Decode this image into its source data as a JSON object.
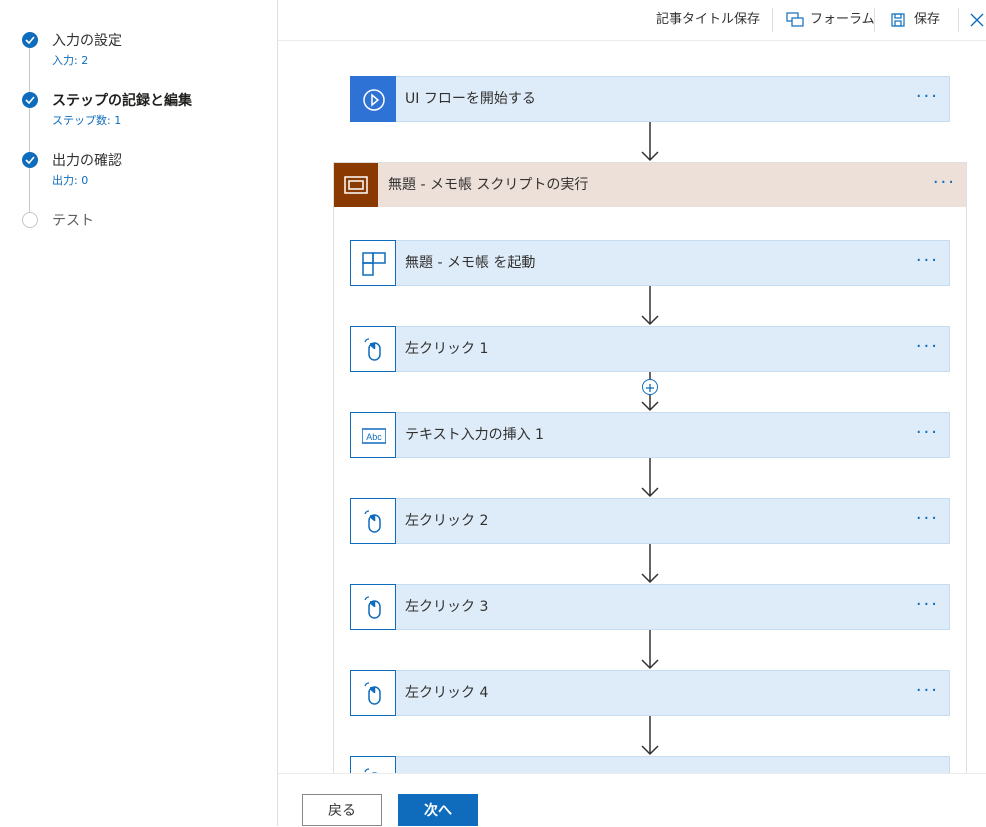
{
  "wizard": {
    "steps": [
      {
        "title": "入力の設定",
        "subtitle": "入力: 2",
        "state": "done"
      },
      {
        "title": "ステップの記録と編集",
        "subtitle": "ステップ数: 1",
        "state": "current"
      },
      {
        "title": "出力の確認",
        "subtitle": "出力: 0",
        "state": "done"
      },
      {
        "title": "テスト",
        "subtitle": "",
        "state": "todo"
      }
    ]
  },
  "toolbar": {
    "save_title_label": "記事タイトル保存",
    "form_label": "フォーラム",
    "save_label": "保存",
    "close_icon": "close-icon"
  },
  "flow": {
    "start_label": "UI フローを開始する",
    "more": "···",
    "scope_label": "無題 - メモ帳 スクリプトの実行",
    "steps": [
      {
        "label": "無題 - メモ帳 を起動",
        "icon": "app-launch-icon"
      },
      {
        "label": "左クリック 1",
        "icon": "mouse-click-icon"
      },
      {
        "label": "テキスト入力の挿入 1",
        "icon": "text-input-icon"
      },
      {
        "label": "左クリック 2",
        "icon": "mouse-click-icon"
      },
      {
        "label": "左クリック 3",
        "icon": "mouse-click-icon"
      },
      {
        "label": "左クリック 4",
        "icon": "mouse-click-icon"
      },
      {
        "label": "",
        "icon": "mouse-click-icon"
      }
    ]
  },
  "footer": {
    "back_label": "戻る",
    "next_label": "次へ"
  },
  "colors": {
    "accent": "#0f6cbd",
    "card_bg": "#deecf9",
    "scope_header_bg": "#ede0d9",
    "scope_icon_bg": "#8a3a00"
  }
}
